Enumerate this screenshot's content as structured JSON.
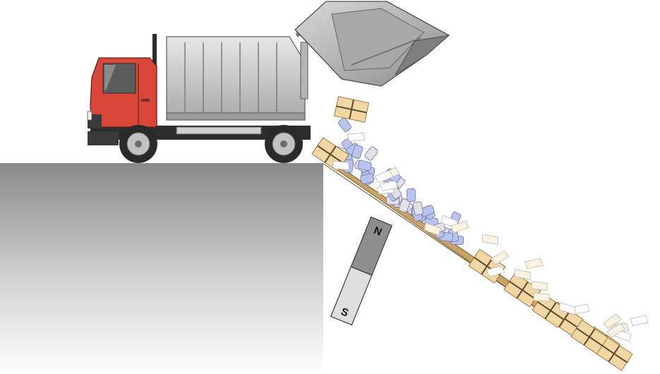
{
  "magnet": {
    "north_label": "N",
    "south_label": "S"
  },
  "colors": {
    "cab": "#d9473a",
    "body": "#c9c9c9",
    "ramp": "#c9a46a",
    "cardboard": "#f2d7a4",
    "can": "#b9c4ec",
    "ground_top": "#8a8a8a"
  },
  "items": {
    "boxes": 9,
    "cans": 40,
    "papers": 24
  }
}
